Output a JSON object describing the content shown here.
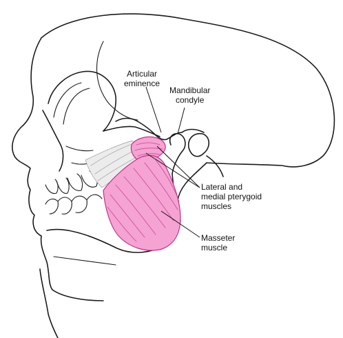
{
  "labels": {
    "articular_eminence": "Articular\neminence",
    "mandibular_condyle": "Mandibular\ncondyle",
    "pterygoid": "Lateral and\nmedial pterygoid\nmuscles",
    "masseter": "Masseter\nmuscle"
  },
  "colors": {
    "muscle_fill": "#f5a3d2",
    "muscle_stroke": "#c0308a",
    "tendon": "#ececec",
    "line": "#1a1a1a"
  }
}
